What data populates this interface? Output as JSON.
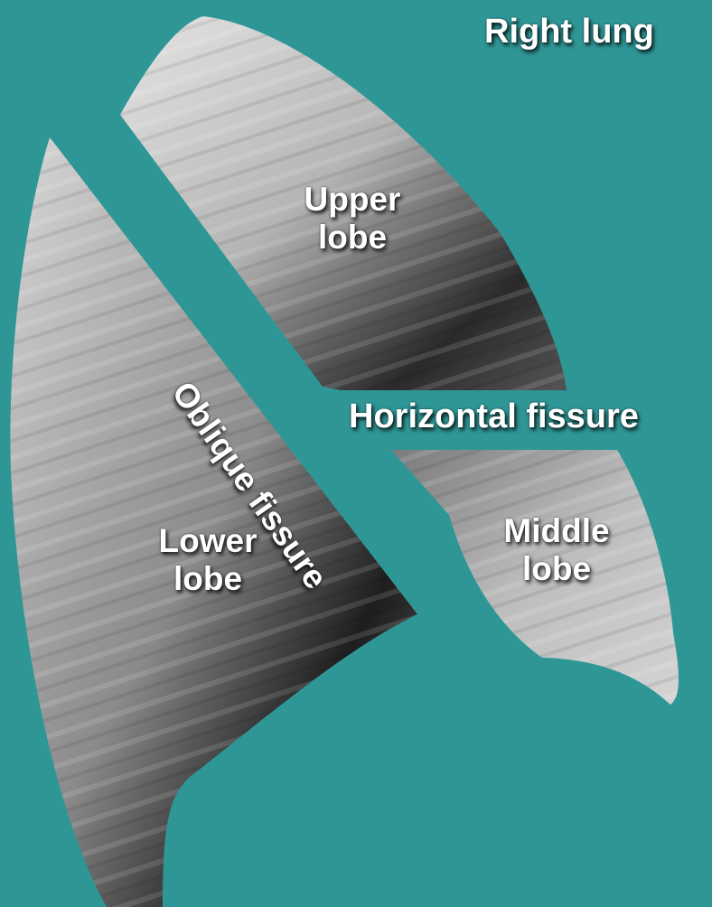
{
  "diagram": {
    "title": "Right lung",
    "labels": {
      "upper_lobe": [
        "Upper",
        "lobe"
      ],
      "lower_lobe": [
        "Lower",
        "lobe"
      ],
      "middle_lobe": [
        "Middle",
        "lobe"
      ],
      "horizontal_fissure": "Horizontal fissure",
      "oblique_fissure": "Oblique fissure"
    },
    "colors": {
      "background": "#2f9696",
      "label_text": "#ffffff"
    }
  }
}
